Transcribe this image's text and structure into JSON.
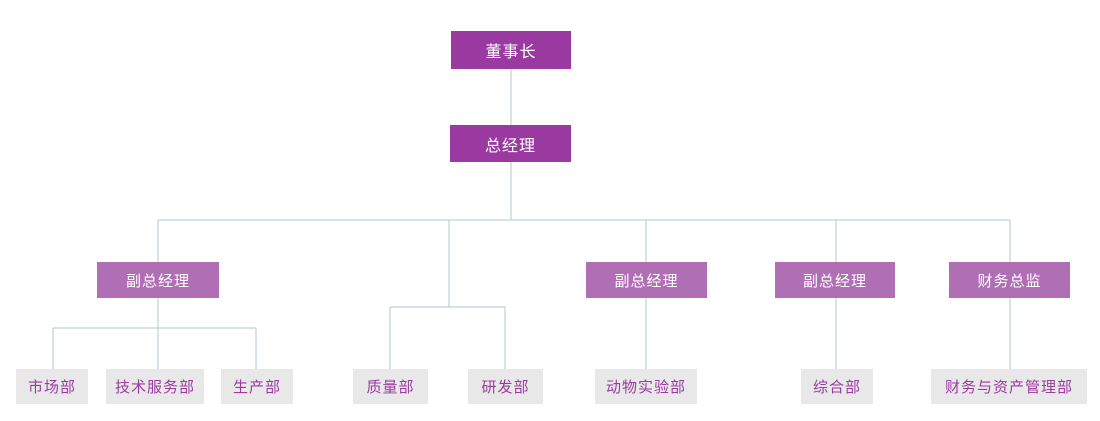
{
  "diagram": {
    "type": "org-chart",
    "nodes": [
      {
        "id": "chairman",
        "label": "董事长",
        "level": "executive"
      },
      {
        "id": "general-manager",
        "label": "总经理",
        "level": "executive"
      },
      {
        "id": "deputy-gm-1",
        "label": "副总经理",
        "level": "manager"
      },
      {
        "id": "deputy-gm-2",
        "label": "副总经理",
        "level": "manager"
      },
      {
        "id": "deputy-gm-3",
        "label": "副总经理",
        "level": "manager"
      },
      {
        "id": "finance-director",
        "label": "财务总监",
        "level": "manager"
      },
      {
        "id": "marketing-dept",
        "label": "市场部",
        "level": "department"
      },
      {
        "id": "tech-service-dept",
        "label": "技术服务部",
        "level": "department"
      },
      {
        "id": "production-dept",
        "label": "生产部",
        "level": "department"
      },
      {
        "id": "quality-dept",
        "label": "质量部",
        "level": "department"
      },
      {
        "id": "rnd-dept",
        "label": "研发部",
        "level": "department"
      },
      {
        "id": "animal-lab-dept",
        "label": "动物实验部",
        "level": "department"
      },
      {
        "id": "general-dept",
        "label": "综合部",
        "level": "department"
      },
      {
        "id": "finance-asset-dept",
        "label": "财务与资产管理部",
        "level": "department"
      }
    ],
    "edges": [
      {
        "from": "chairman",
        "to": "general-manager"
      },
      {
        "from": "general-manager",
        "to": "deputy-gm-1"
      },
      {
        "from": "general-manager",
        "to": "quality-dept"
      },
      {
        "from": "general-manager",
        "to": "rnd-dept"
      },
      {
        "from": "general-manager",
        "to": "deputy-gm-2"
      },
      {
        "from": "general-manager",
        "to": "deputy-gm-3"
      },
      {
        "from": "general-manager",
        "to": "finance-director"
      },
      {
        "from": "deputy-gm-1",
        "to": "marketing-dept"
      },
      {
        "from": "deputy-gm-1",
        "to": "tech-service-dept"
      },
      {
        "from": "deputy-gm-1",
        "to": "production-dept"
      },
      {
        "from": "deputy-gm-2",
        "to": "animal-lab-dept"
      },
      {
        "from": "deputy-gm-3",
        "to": "general-dept"
      },
      {
        "from": "finance-director",
        "to": "finance-asset-dept"
      }
    ]
  },
  "colors": {
    "executive_fill": "#9A3AA0",
    "manager_fill": "#B06FB5",
    "dept_fill": "#E8E8E8",
    "dept_text": "#9C3AA1",
    "node_text": "#FFFFFF",
    "line": "#B7C5CE"
  }
}
